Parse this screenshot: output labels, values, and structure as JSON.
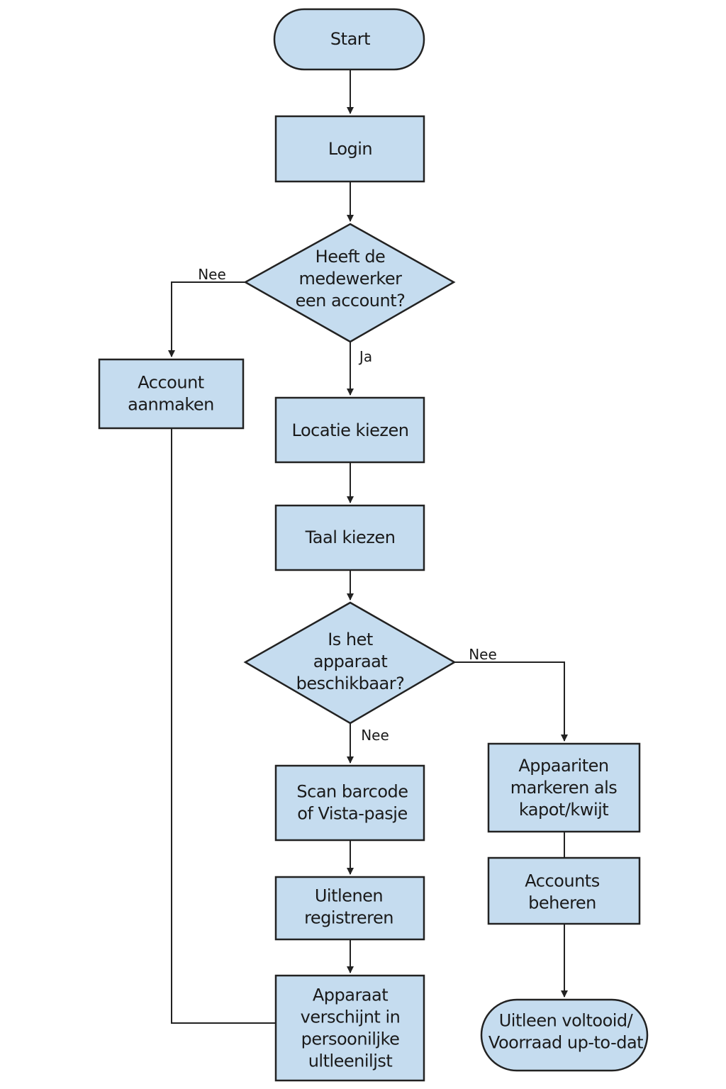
{
  "colors": {
    "node_fill": "#c5dcef",
    "stroke": "#222222",
    "text": "#1a1a1a"
  },
  "nodes": {
    "start": {
      "lines": [
        "Start"
      ]
    },
    "login": {
      "lines": [
        "Login"
      ]
    },
    "account_decision": {
      "lines": [
        "Heeft de",
        "medewerker",
        "een account?"
      ]
    },
    "account_aanmaken": {
      "lines": [
        "Account",
        "aanmaken"
      ]
    },
    "locatie_kiezen": {
      "lines": [
        "Locatie kiezen"
      ]
    },
    "taal_kiezen": {
      "lines": [
        "Taal kiezen"
      ]
    },
    "apparaat_decision": {
      "lines": [
        "Is het",
        "apparaat",
        "beschikbaar?"
      ]
    },
    "scan_barcode": {
      "lines": [
        "Scan barcode",
        "of Vista-pasje"
      ]
    },
    "uitlenen_registreren": {
      "lines": [
        "Uitlenen",
        "registreren"
      ]
    },
    "apparaat_verschijnt": {
      "lines": [
        "Apparaat",
        "verschijnt in",
        "persooniljke",
        "ultleeniljst"
      ]
    },
    "apparaten_markeren": {
      "lines": [
        "Appaariten",
        "markeren als",
        "kapot/kwijt"
      ]
    },
    "accounts_beheren": {
      "lines": [
        "Accounts",
        "beheren"
      ]
    },
    "uitleen_voltooid": {
      "lines": [
        "Uitleen voltooid/",
        "Voorraad up-to-dat"
      ]
    }
  },
  "edge_labels": {
    "account_no": "Nee",
    "account_yes": "Ja",
    "apparaat_right": "Nee",
    "apparaat_down": "Nee"
  }
}
